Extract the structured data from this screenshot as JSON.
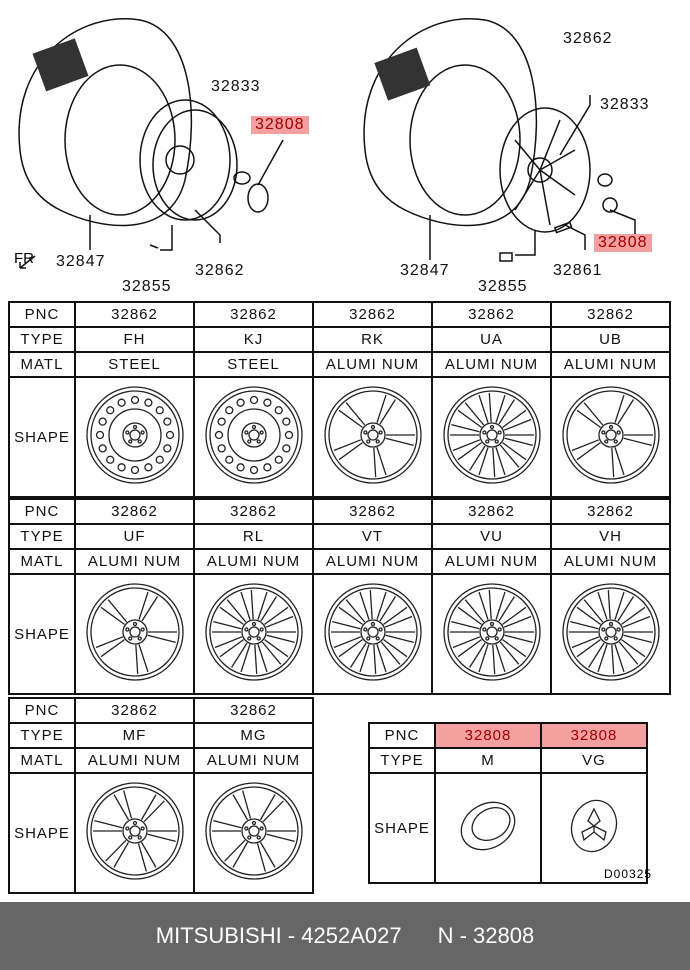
{
  "diagram": {
    "left_labels": [
      "32833",
      "32808",
      "32847",
      "32855",
      "32862"
    ],
    "right_labels": [
      "32862",
      "32833",
      "32808",
      "32847",
      "32855",
      "32861"
    ],
    "front_marker": "FR",
    "highlight_color": "#f4a0a0"
  },
  "table1": {
    "row_labels": [
      "PNC",
      "TYPE",
      "MATL",
      "SHAPE"
    ],
    "columns": [
      {
        "pnc": "32862",
        "type": "FH",
        "matl": "STEEL",
        "shape": "steel-wheel"
      },
      {
        "pnc": "32862",
        "type": "KJ",
        "matl": "STEEL",
        "shape": "steel-wheel"
      },
      {
        "pnc": "32862",
        "type": "RK",
        "matl": "ALUMI NUM",
        "shape": "alloy-wheel"
      },
      {
        "pnc": "32862",
        "type": "UA",
        "matl": "ALUMI NUM",
        "shape": "alloy-wheel"
      },
      {
        "pnc": "32862",
        "type": "UB",
        "matl": "ALUMI NUM",
        "shape": "alloy-wheel"
      }
    ]
  },
  "table2": {
    "row_labels": [
      "PNC",
      "TYPE",
      "MATL",
      "SHAPE"
    ],
    "columns": [
      {
        "pnc": "32862",
        "type": "UF",
        "matl": "ALUMI NUM",
        "shape": "alloy-wheel"
      },
      {
        "pnc": "32862",
        "type": "RL",
        "matl": "ALUMI NUM",
        "shape": "alloy-wheel"
      },
      {
        "pnc": "32862",
        "type": "VT",
        "matl": "ALUMI NUM",
        "shape": "alloy-wheel"
      },
      {
        "pnc": "32862",
        "type": "VU",
        "matl": "ALUMI NUM",
        "shape": "alloy-wheel"
      },
      {
        "pnc": "32862",
        "type": "VH",
        "matl": "ALUMI NUM",
        "shape": "alloy-wheel"
      }
    ]
  },
  "table3": {
    "row_labels": [
      "PNC",
      "TYPE",
      "MATL",
      "SHAPE"
    ],
    "columns": [
      {
        "pnc": "32862",
        "type": "MF",
        "matl": "ALUMI NUM",
        "shape": "alloy-wheel"
      },
      {
        "pnc": "32862",
        "type": "MG",
        "matl": "ALUMI NUM",
        "shape": "alloy-wheel"
      }
    ]
  },
  "table4": {
    "row_labels": [
      "PNC",
      "TYPE",
      "SHAPE"
    ],
    "columns": [
      {
        "pnc": "32808",
        "type": "M",
        "shape": "cap-nut"
      },
      {
        "pnc": "32808",
        "type": "VG",
        "shape": "center-cap"
      }
    ]
  },
  "drawing_code": "D00325",
  "footer": {
    "brand": "MITSUBISHI - 4252A027",
    "part": "N - 32808"
  }
}
